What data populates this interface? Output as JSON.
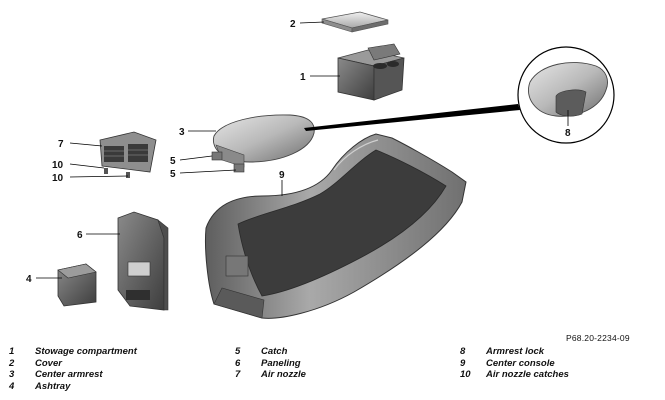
{
  "figure_ref": "P68.20-2234-09",
  "legend": [
    [
      {
        "num": "1",
        "label": "Stowage compartment"
      },
      {
        "num": "2",
        "label": "Cover"
      },
      {
        "num": "3",
        "label": "Center armrest"
      },
      {
        "num": "4",
        "label": "Ashtray"
      }
    ],
    [
      {
        "num": "5",
        "label": "Catch"
      },
      {
        "num": "6",
        "label": "Paneling"
      },
      {
        "num": "7",
        "label": "Air nozzle"
      }
    ],
    [
      {
        "num": "8",
        "label": "Armrest lock"
      },
      {
        "num": "9",
        "label": "Center console"
      },
      {
        "num": "10",
        "label": "Air nozzle catches"
      }
    ]
  ],
  "callouts": [
    "1",
    "2",
    "3",
    "4",
    "5",
    "5",
    "6",
    "7",
    "8",
    "9",
    "10",
    "10"
  ]
}
